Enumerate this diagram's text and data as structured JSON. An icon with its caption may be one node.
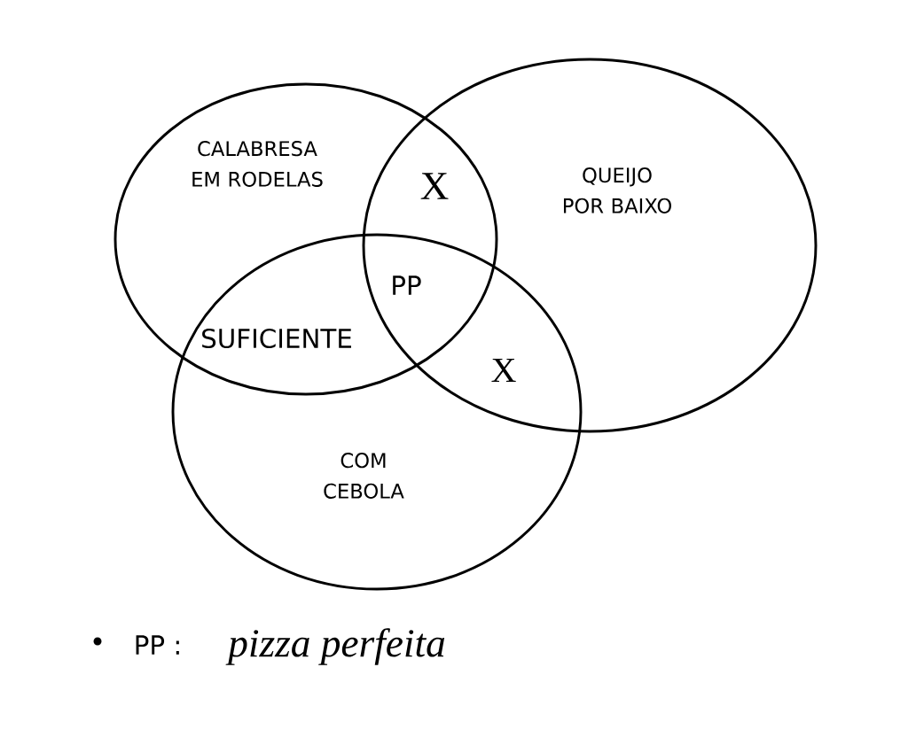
{
  "diagram": {
    "nodes": [
      {
        "text": [
          "CALABRESA EM RODELAS"
        ]
      },
      {
        "text": [
          "QUEIJO POR BAIXO"
        ]
      },
      {
        "text": [
          "COM CEBOLA"
        ]
      }
    ],
    "labels": [
      "X",
      "PP",
      "SUFICIENTE",
      "X",
      "PP :",
      "pizza perfeita"
    ]
  }
}
